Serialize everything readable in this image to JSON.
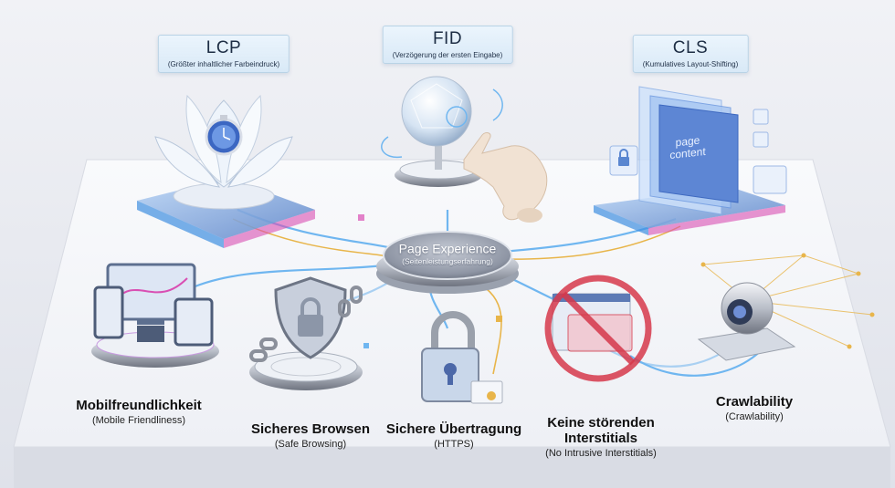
{
  "hub": {
    "title": "Page Experience",
    "subtitle": "(Seitenleistungserfahrung)"
  },
  "metrics": {
    "lcp": {
      "title": "LCP",
      "subtitle": "(Größter inhaltlicher Farbeindruck)"
    },
    "fid": {
      "title": "FID",
      "subtitle": "(Verzögerung der ersten Eingabe)"
    },
    "cls": {
      "title": "CLS",
      "subtitle": "(Kumulatives Layout-Shifting)"
    }
  },
  "page_content_text": [
    "page",
    "content"
  ],
  "signals": {
    "mobile": {
      "title": "Mobilfreundlichkeit",
      "subtitle": "(Mobile Friendliness)"
    },
    "safe": {
      "title": "Sicheres Browsen",
      "subtitle": "(Safe Browsing)"
    },
    "https": {
      "title": "Sichere Übertragung",
      "subtitle": "(HTTPS)"
    },
    "interstitials": {
      "title": "Keine störenden Interstitials",
      "title_line1": "Keine störenden",
      "title_line2": "Interstitials",
      "subtitle": "(No Intrusive Interstitials)"
    },
    "crawl": {
      "title": "Crawlability",
      "subtitle": "(Crawlability)"
    }
  },
  "colors": {
    "accent_blue": "#3f8fe0",
    "accent_pink": "#d94fb3",
    "gold": "#e8b54a",
    "warning_red": "#d6384b"
  }
}
